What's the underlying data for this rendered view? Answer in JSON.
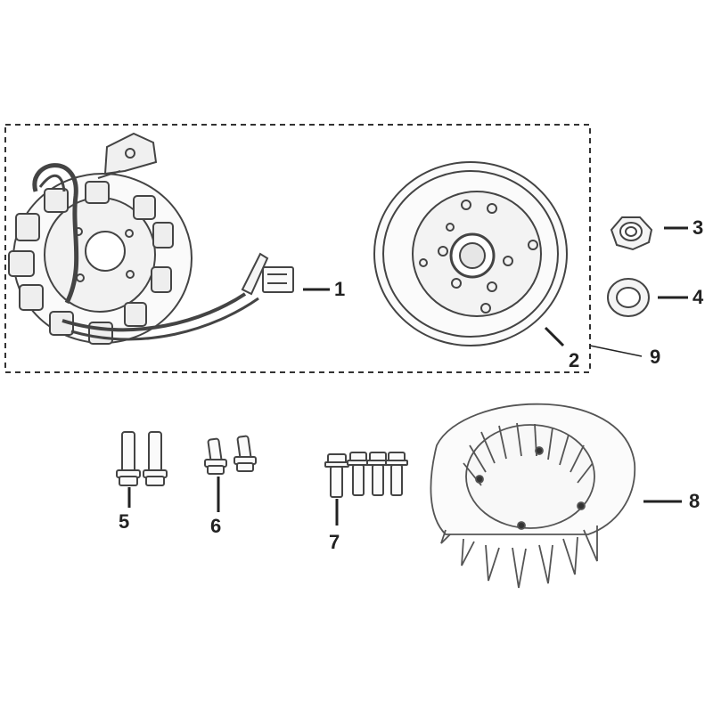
{
  "diagram": {
    "callouts": [
      "1",
      "2",
      "3",
      "4",
      "5",
      "6",
      "7",
      "8",
      "9"
    ]
  },
  "colors": {
    "ink": "#222222",
    "line": "#444444",
    "paper": "#ffffff",
    "shade": "#e6e6e6"
  },
  "parts": {
    "stator": "stator-coil-assembly",
    "flywheel": "flywheel-rotor",
    "nut": "hex-flange-nut",
    "washer": "washer",
    "bolts_a": "flange-bolt-pair-long",
    "bolts_b": "flange-bolt-pair-short",
    "bolts_c": "flange-bolt-set-of-four",
    "fan": "cooling-fan"
  }
}
